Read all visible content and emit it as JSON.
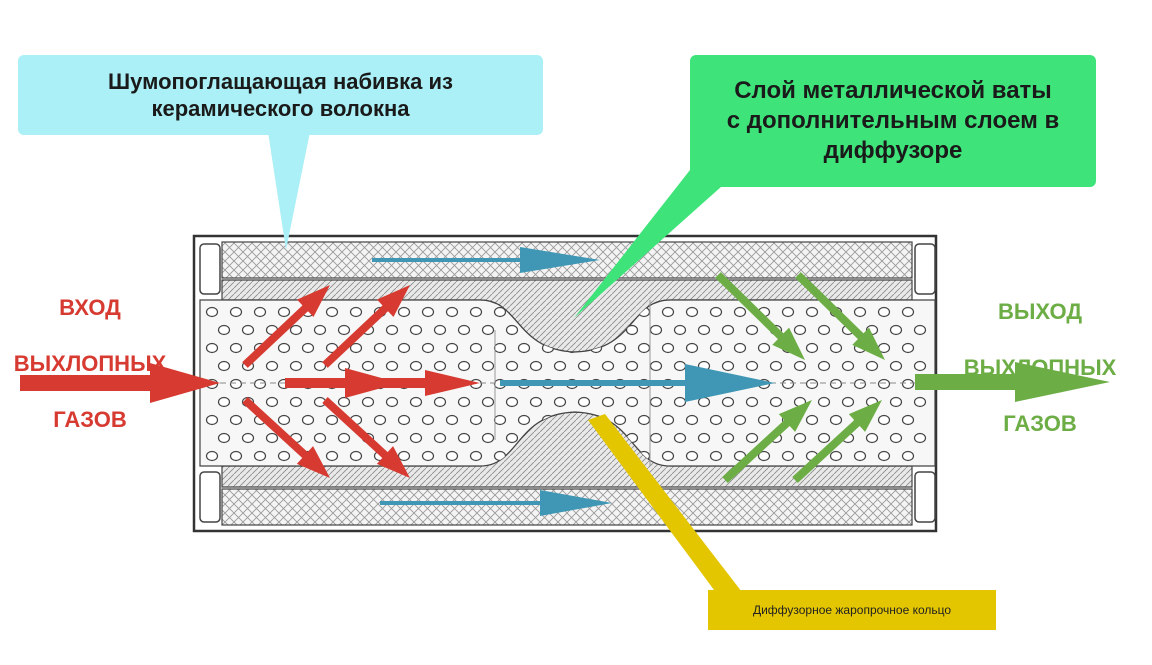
{
  "labels": {
    "ceramic_packing": [
      "Шумопоглащающая набивка из",
      "керамического волокна"
    ],
    "metal_wool": [
      "Слой металлической ваты",
      "с дополнительным слоем в",
      "диффузоре"
    ],
    "diffuser_ring": "Диффузорное жаропрочное кольцо",
    "inlet": [
      "ВХОД",
      "ВЫХЛОПНЫХ",
      "ГАЗОВ"
    ],
    "outlet": [
      "ВЫХОД",
      "ВЫХЛОПНЫХ",
      "ГАЗОВ"
    ]
  },
  "colors": {
    "ceramic_callout": "#aaf0f6",
    "metal_callout": "#3ee47a",
    "ring_callout": "#e3c600",
    "inlet": "#d63a30",
    "outlet": "#6cad45",
    "inner_flow": "#3f97b5"
  },
  "icons": {
    "inlet_arrows": "red-arrow",
    "outlet_arrows": "green-arrow",
    "internal_flow": "blue-arrow"
  }
}
